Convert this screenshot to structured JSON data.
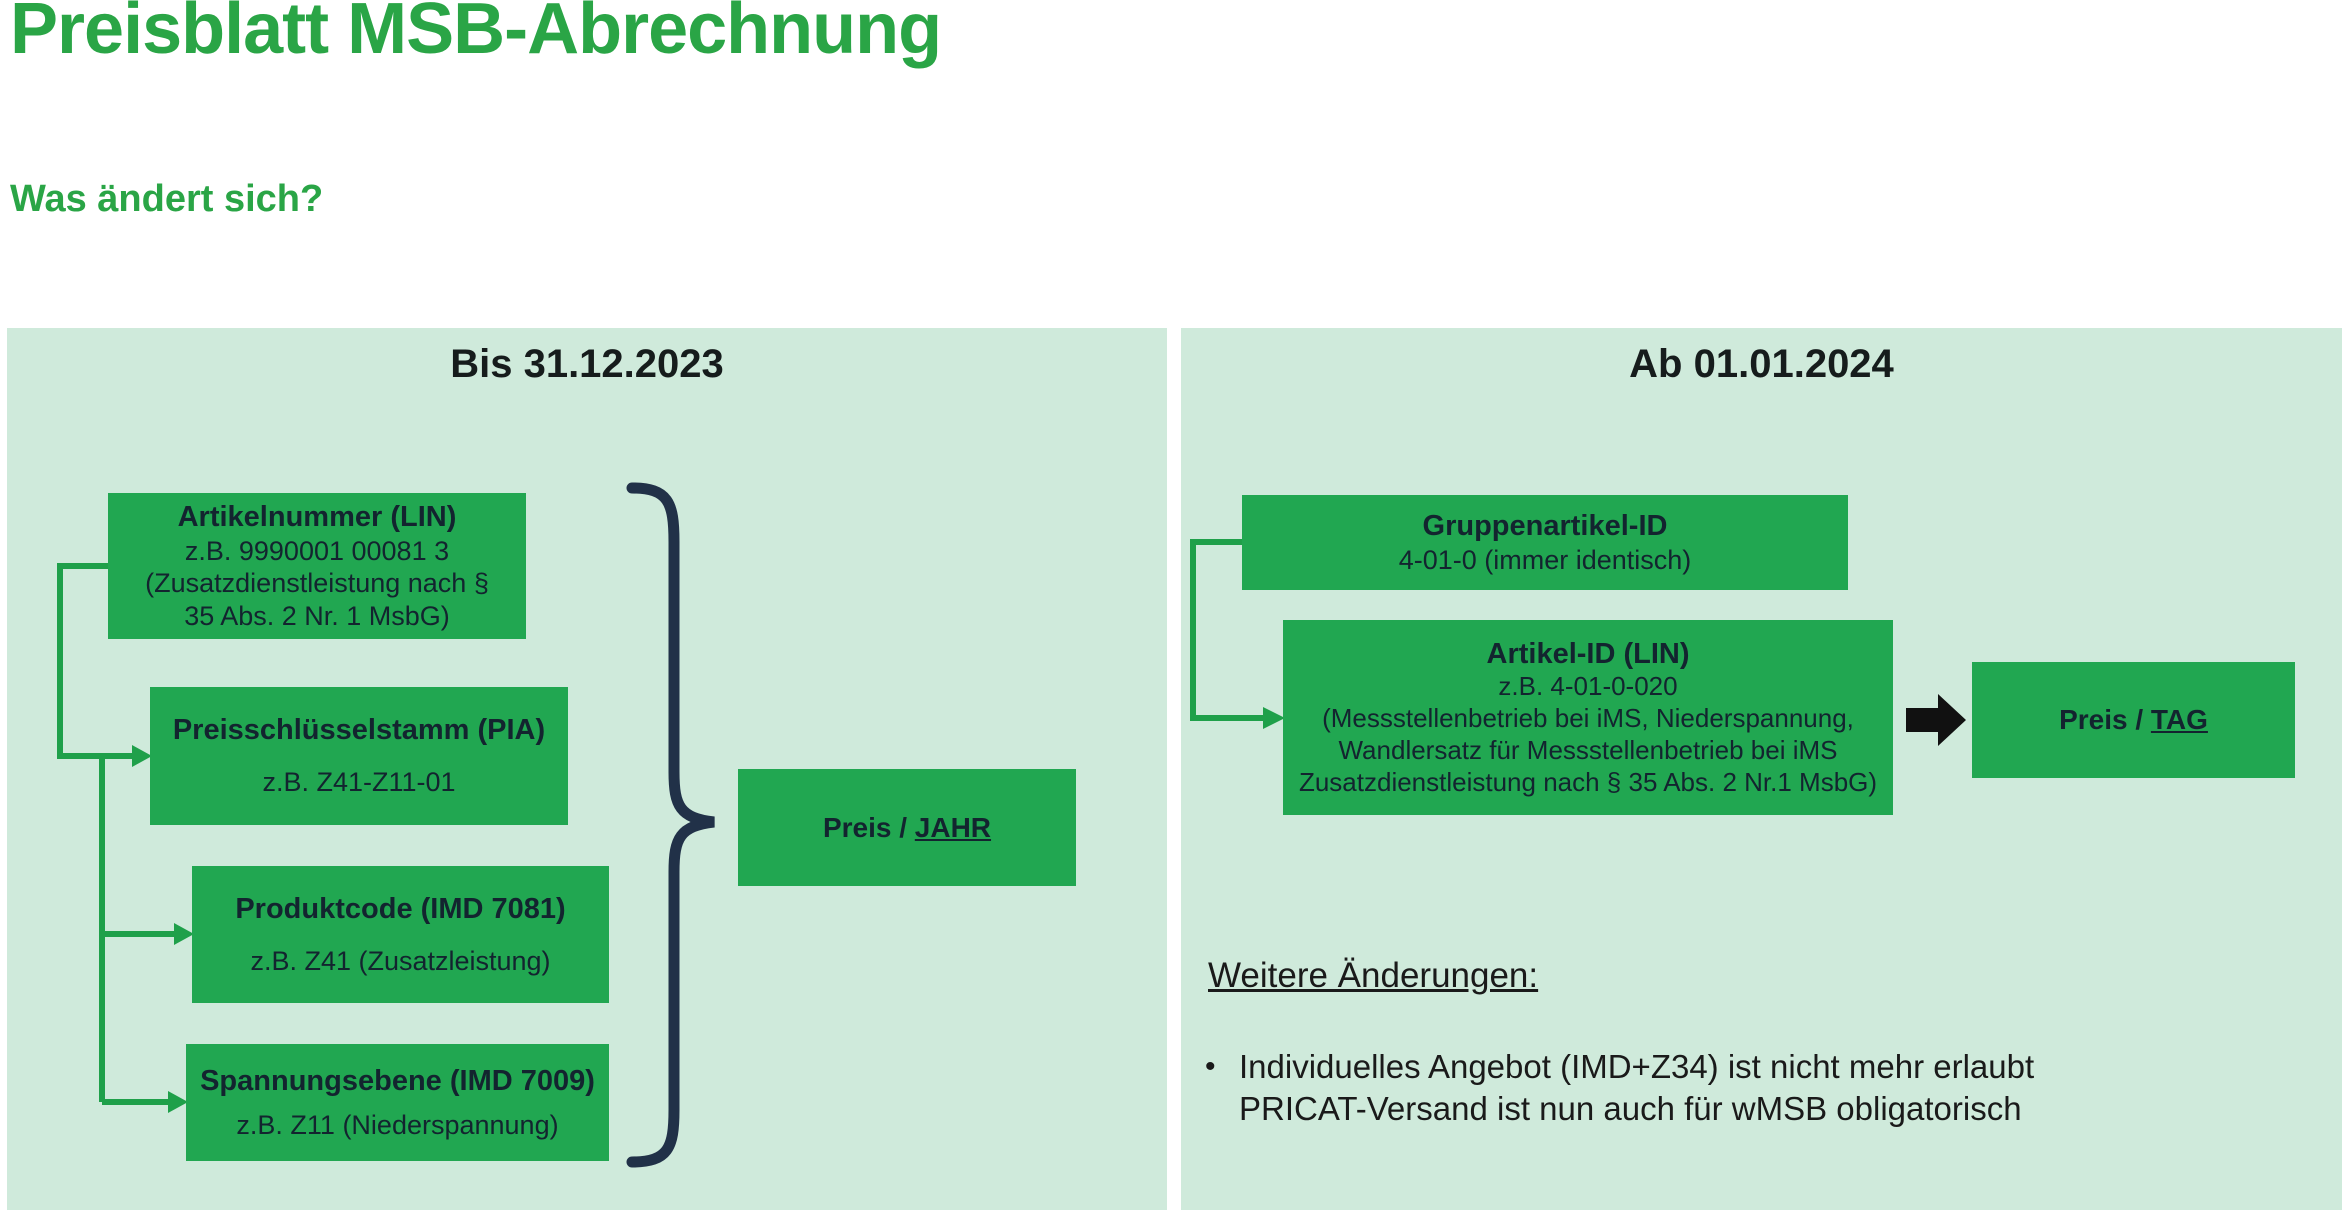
{
  "page": {
    "title": "Preisblatt MSB-Abrechnung",
    "subtitle": "Was ändert sich?"
  },
  "colors": {
    "accent_green": "#2aa546",
    "box_green": "#21a751",
    "panel_background": "#cfeadb",
    "connector_green": "#1fa04a",
    "brace_navy": "#213148",
    "arrow_black": "#111111",
    "text_dark": "#13242f"
  },
  "left_panel": {
    "header": "Bis 31.12.2023",
    "boxes": [
      {
        "title": "Artikelnummer (LIN)",
        "lines": [
          "z.B. 9990001 00081 3",
          "(Zusatzdienstleistung nach §",
          "35 Abs. 2 Nr. 1 MsbG)"
        ]
      },
      {
        "title": "Preisschlüsselstamm (PIA)",
        "lines": [
          "z.B.  Z41-Z11-01"
        ]
      },
      {
        "title": "Produktcode (IMD 7081)",
        "lines": [
          "z.B. Z41 (Zusatzleistung)"
        ]
      },
      {
        "title": "Spannungsebene (IMD 7009)",
        "lines": [
          "z.B. Z11 (Niederspannung)"
        ]
      }
    ],
    "result": {
      "prefix": "Preis / ",
      "unit": "JAHR"
    }
  },
  "right_panel": {
    "header": "Ab 01.01.2024",
    "boxes": [
      {
        "title": "Gruppenartikel-ID",
        "lines": [
          "4-01-0 (immer identisch)"
        ]
      },
      {
        "title": "Artikel-ID (LIN)",
        "lines": [
          "z.B. 4-01-0-020",
          "(Messstellenbetrieb bei iMS, Niederspannung,",
          "Wandlersatz für Messstellenbetrieb bei iMS",
          "Zusatzdienstleistung nach § 35 Abs. 2 Nr.1 MsbG)"
        ]
      }
    ],
    "result": {
      "prefix": "Preis / ",
      "unit": "TAG"
    },
    "changes": {
      "heading": "Weitere Änderungen:",
      "bullet_char": "•",
      "bullets": [
        {
          "lines": [
            "Individuelles Angebot (IMD+Z34) ist nicht mehr erlaubt",
            "PRICAT-Versand ist nun auch für wMSB obligatorisch"
          ]
        }
      ]
    }
  }
}
